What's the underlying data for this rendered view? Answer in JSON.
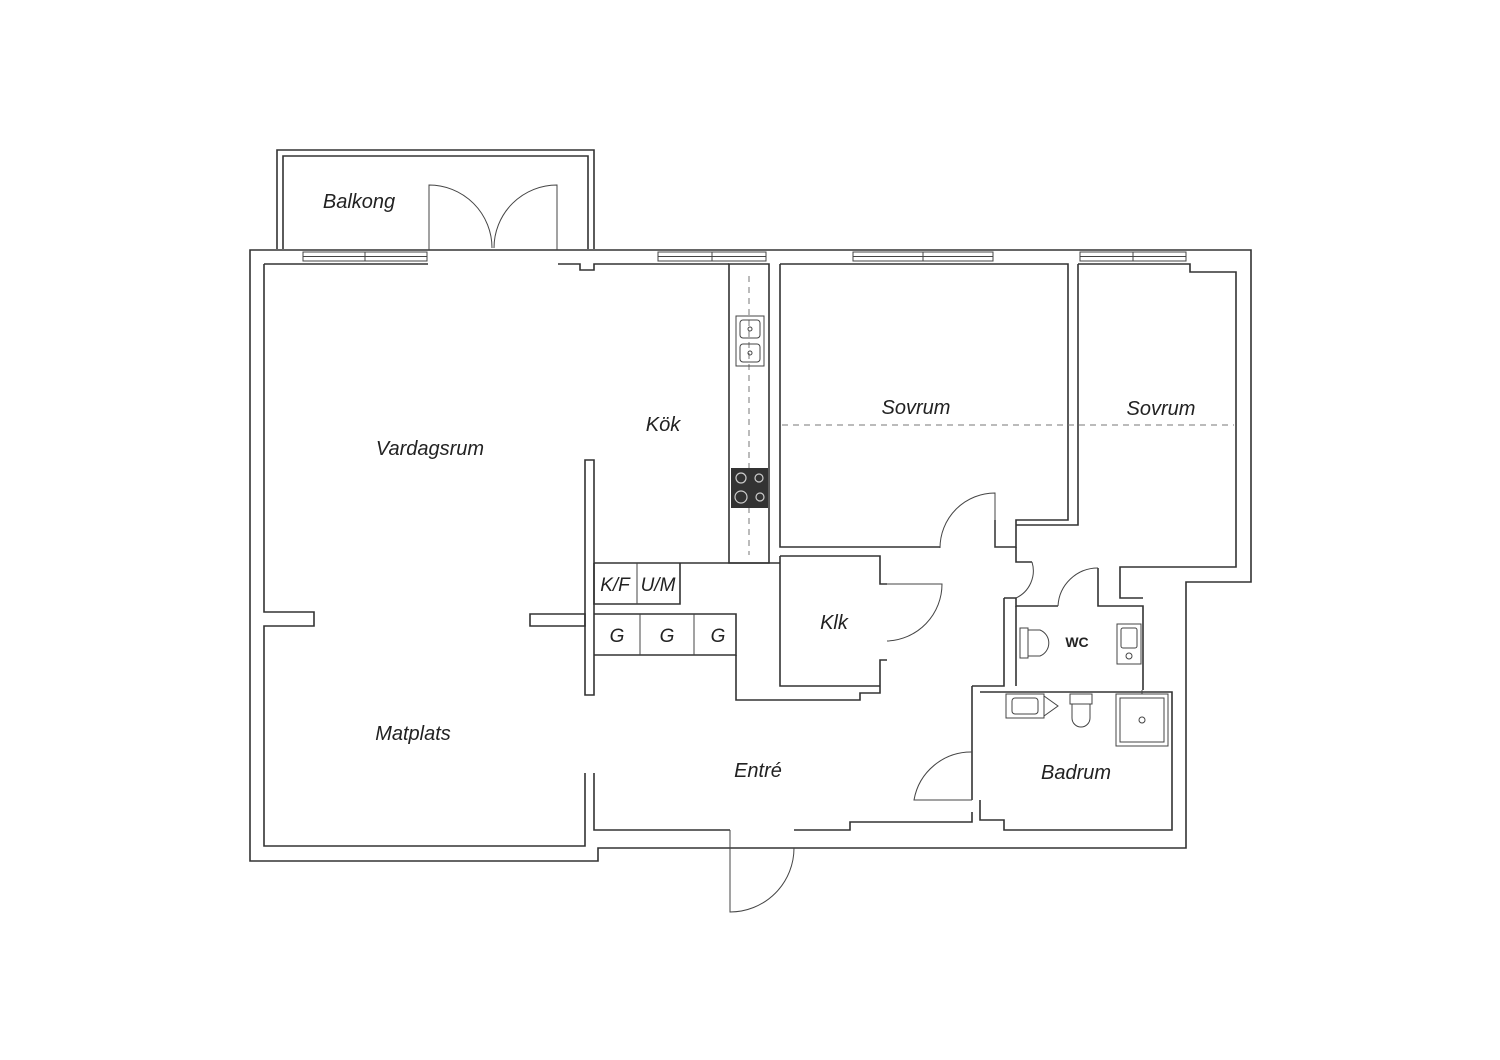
{
  "rooms": {
    "balcony": "Balkong",
    "living_room": "Vardagsrum",
    "kitchen": "Kök",
    "bedroom_1": "Sovrum",
    "bedroom_2": "Sovrum",
    "closet": "Klk",
    "dining": "Matplats",
    "hall": "Entré",
    "bathroom": "Badrum",
    "wc": "WC"
  },
  "cabinets": {
    "fridge_freezer": "K/F",
    "oven_microwave": "U/M",
    "wardrobes": [
      "G",
      "G",
      "G"
    ]
  }
}
